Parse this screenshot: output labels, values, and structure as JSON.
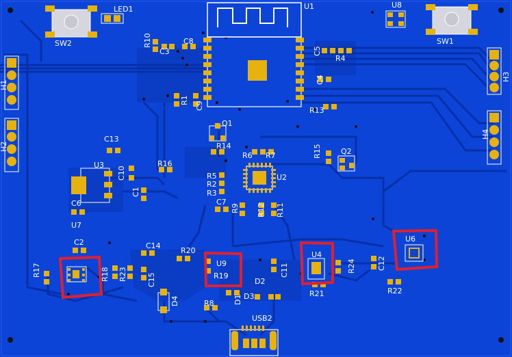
{
  "board": {
    "colors": {
      "copper_pour": "#0c44d8",
      "trace": "#0733b0",
      "pad": "#e5b20f",
      "silkscreen": "#ffffff",
      "highlight": "#e0202c",
      "hole": "#101010"
    },
    "labels": {
      "LED1": "LED1",
      "SW2": "SW2",
      "SW1": "SW1",
      "U1": "U1",
      "U8": "U8",
      "R10": "R10",
      "C3": "C3",
      "C8": "C8",
      "C5": "C5",
      "R4": "R4",
      "C4": "C4",
      "R1": "R1",
      "C9": "C9",
      "R13": "R13",
      "H1": "H1",
      "H2": "H2",
      "H3": "H3",
      "H4": "H4",
      "Q1": "Q1",
      "Q2": "Q2",
      "R14": "R14",
      "R15": "R15",
      "R6": "R6",
      "R7": "R7",
      "C13": "C13",
      "U3": "U3",
      "C10": "C10",
      "R16": "R16",
      "C1": "C1",
      "C6": "C6",
      "U7": "U7",
      "R5": "R5",
      "R2": "R2",
      "R3": "R3",
      "U2": "U2",
      "C7": "C7",
      "R9": "R9",
      "R12": "R12",
      "R11": "R11",
      "C2": "C2",
      "R17": "R17",
      "R18": "R18",
      "R23": "R23",
      "C14": "C14",
      "C15": "C15",
      "R20": "R20",
      "U9": "U9",
      "R19": "R19",
      "D4": "D4",
      "R8": "R8",
      "D1": "D1",
      "D2": "D2",
      "D3": "D3",
      "C11": "C11",
      "U4": "U4",
      "R24": "R24",
      "R21": "R21",
      "C12": "C12",
      "U6": "U6",
      "R22": "R22",
      "USB2": "USB2"
    }
  }
}
